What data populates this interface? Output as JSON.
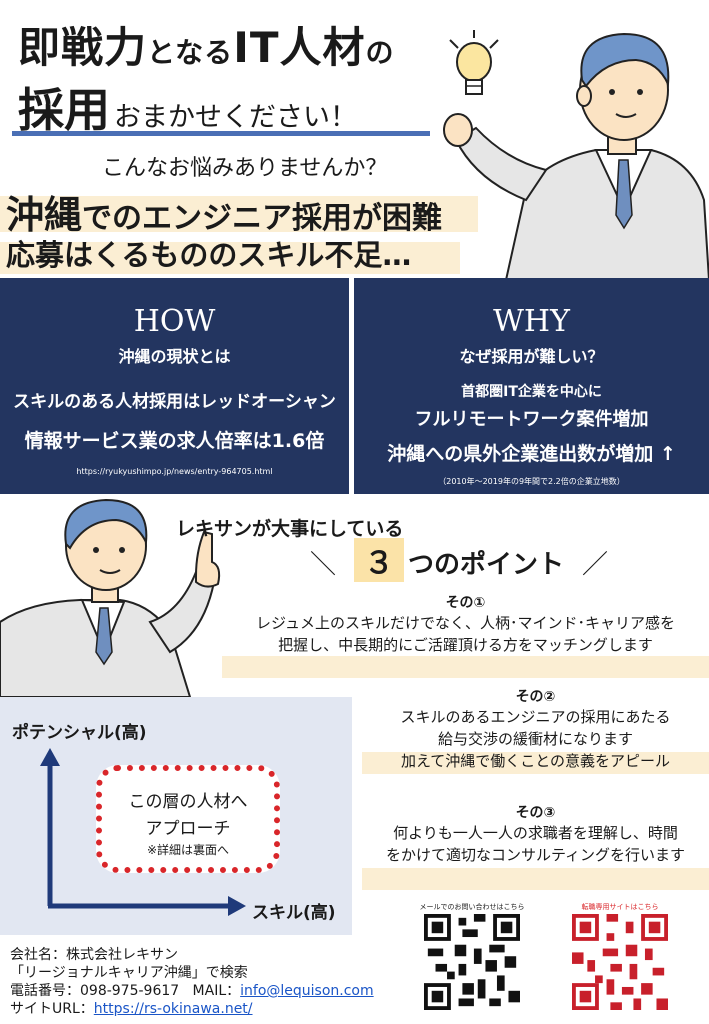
{
  "header": {
    "title_line1_a": "即戦力",
    "title_line1_b": "となる",
    "title_line1_c": "IT人材",
    "title_line1_d": "の",
    "title_line2_a": "採用",
    "title_line2_b": "おまかせください！"
  },
  "concerns": {
    "question": "こんなお悩みありませんか？",
    "line1_a": "沖縄",
    "line1_b": "でのエンジニア採用が困難",
    "line2": "応募はくるもののスキル不足…"
  },
  "how": {
    "title": "HOW",
    "subtitle": "沖縄の現状とは",
    "line1": "スキルのある人材採用はレッドオーシャン",
    "line2": "情報サービス業の求人倍率は1.6倍",
    "source": "https://ryukyushimpo.jp/news/entry-964705.html"
  },
  "why": {
    "title": "WHY",
    "subtitle": "なぜ採用が難しい？",
    "line1": "首都圏IT企業を中心に",
    "line2": "フルリモートワーク案件増加",
    "line3": "沖縄への県外企業進出数が増加 ↑",
    "note": "（2010年～2019年の9年間で2.2倍の企業立地数）"
  },
  "points": {
    "heading": "レキサンが大事にしている",
    "number": "３",
    "title": "つのポイント",
    "items": [
      {
        "label": "その①",
        "line1": "レジュメ上のスキルだけでなく、人柄･マインド･キャリア感を",
        "line2": "把握し、中長期的にご活躍頂ける方をマッチングします"
      },
      {
        "label": "その②",
        "line1": "スキルのあるエンジニアの採用にあたる",
        "line2": "給与交渉の緩衝材になります",
        "line3": "加えて沖縄で働くことの意義をアピール"
      },
      {
        "label": "その③",
        "line1": "何よりも一人一人の求職者を理解し、時間",
        "line2": "をかけて適切なコンサルティングを行います"
      }
    ]
  },
  "graph": {
    "y_label": "ポテンシャル(高)",
    "x_label": "スキル(高)",
    "box_line1": "この層の人材へ",
    "box_line2": "アプローチ",
    "box_note": "※詳細は裏面へ",
    "axis_color": "#1f3a7a",
    "dot_color": "#d9262a"
  },
  "footer": {
    "company": "会社名：株式会社レキサン",
    "search": "「リージョナルキャリア沖縄」で検索",
    "tel_label": "電話番号：",
    "tel": "098-975-9617",
    "mail_label": "MAIL：",
    "mail": "info@lequison.com",
    "url_label": "サイトURL：",
    "url": "https://rs-okinawa.net/",
    "qr1_caption": "メールでのお問い合わせはこちら",
    "qr2_caption": "転職専用サイトはこちら"
  },
  "colors": {
    "navy": "#233560",
    "accent_blue": "#4a6fb5",
    "cream": "#fbeed3",
    "red": "#d9262a"
  }
}
